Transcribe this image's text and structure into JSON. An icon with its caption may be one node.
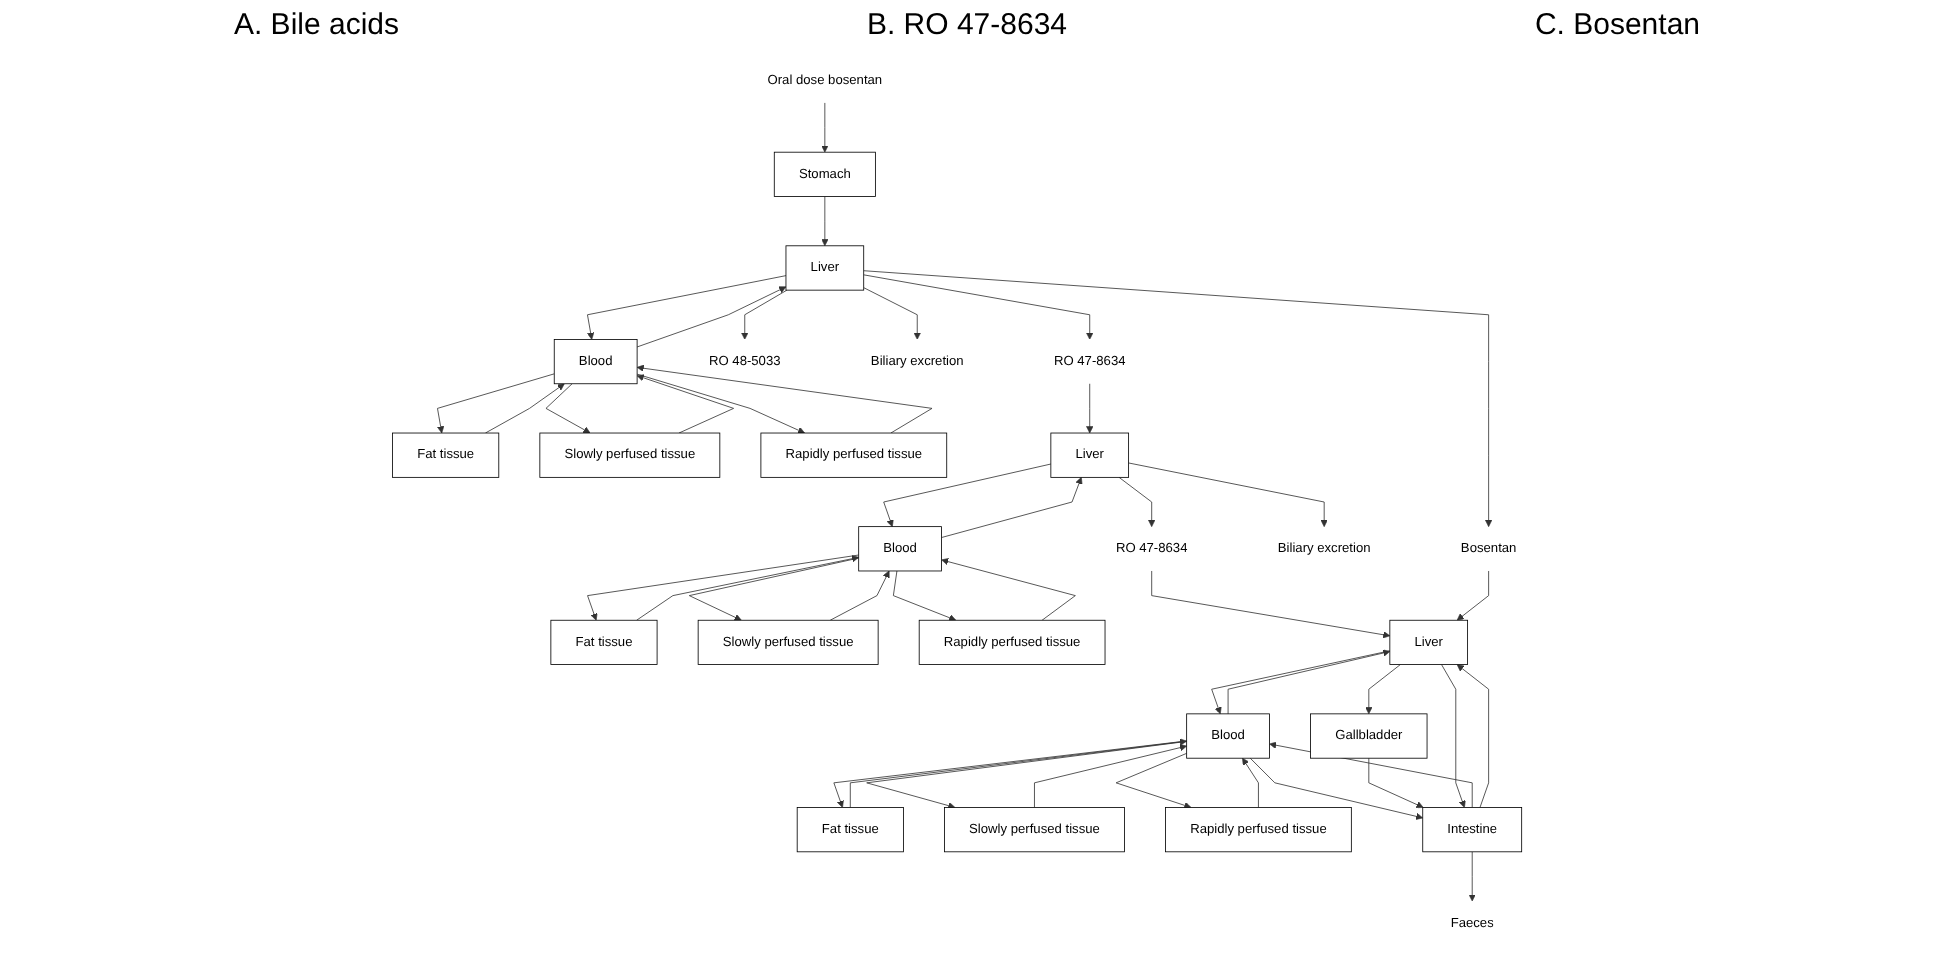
{
  "diagram": {
    "nodes": [
      {
        "text": [
          "Blood"
        ]
      },
      {
        "text": [
          "Rapidly perfused tissue"
        ]
      },
      {
        "text": [
          "Slowly perfused tissue"
        ]
      },
      {
        "text": [
          "Fat tissue"
        ]
      },
      {
        "text": [
          "Liver"
        ]
      },
      {
        "text": [
          "Gallbladder"
        ]
      },
      {
        "text": [
          "Intestine"
        ]
      },
      {
        "text": [
          "Faeces"
        ]
      },
      {
        "text": [
          "Blood"
        ]
      },
      {
        "text": [
          "Rapidly perfused tissue"
        ]
      },
      {
        "text": [
          "Slowly perfused tissue"
        ]
      },
      {
        "text": [
          "Fat tissue"
        ]
      },
      {
        "text": [
          "Liver"
        ]
      },
      {
        "text": [
          "RO 47-8634"
        ]
      },
      {
        "text": [
          "Biliary excretion"
        ]
      },
      {
        "text": [
          "RO 47-8634"
        ]
      },
      {
        "text": [
          "Blood"
        ]
      },
      {
        "text": [
          "Rapidly perfused tissue"
        ]
      },
      {
        "text": [
          "Slowly perfused tissue"
        ]
      },
      {
        "text": [
          "Fat tissue"
        ]
      },
      {
        "text": [
          "Liver"
        ]
      },
      {
        "text": [
          "Bosentan"
        ]
      },
      {
        "text": [
          "RO 48-5033"
        ]
      },
      {
        "text": [
          "Biliary excretion"
        ]
      },
      {
        "text": [
          "Stomach"
        ]
      },
      {
        "text": [
          "Oral dose bosentan"
        ]
      }
    ],
    "edges": [
      {
        "from": 0,
        "to": 1,
        "arrow": "to"
      },
      {
        "from": 0,
        "to": 2,
        "arrow": "to"
      },
      {
        "from": 0,
        "to": 3,
        "arrow": "to"
      },
      {
        "from": 0,
        "to": 4,
        "arrow": "to"
      },
      {
        "from": 0,
        "to": 6,
        "arrow": "to"
      },
      {
        "from": 1,
        "to": 0,
        "arrow": "to"
      },
      {
        "from": 2,
        "to": 0,
        "arrow": "to"
      },
      {
        "from": 3,
        "to": 0,
        "arrow": "to"
      },
      {
        "from": 4,
        "to": 0,
        "arrow": "to"
      },
      {
        "from": 6,
        "to": 0,
        "arrow": "to"
      },
      {
        "from": 4,
        "to": 5,
        "arrow": "to"
      },
      {
        "from": 5,
        "to": 6,
        "arrow": "to"
      },
      {
        "from": 6,
        "to": 4,
        "arrow": "to"
      },
      {
        "from": 4,
        "to": 6,
        "arrow": "to"
      },
      {
        "from": 6,
        "to": 7,
        "arrow": "to"
      },
      {
        "from": 13,
        "to": 4,
        "arrow": "to"
      },
      {
        "from": 21,
        "to": 4,
        "arrow": "to"
      },
      {
        "from": 8,
        "to": 9,
        "arrow": "to"
      },
      {
        "from": 8,
        "to": 10,
        "arrow": "to"
      },
      {
        "from": 8,
        "to": 11,
        "arrow": "to"
      },
      {
        "from": 8,
        "to": 12,
        "arrow": "to"
      },
      {
        "from": 9,
        "to": 8,
        "arrow": "to"
      },
      {
        "from": 10,
        "to": 8,
        "arrow": "to"
      },
      {
        "from": 11,
        "to": 8,
        "arrow": "to"
      },
      {
        "from": 12,
        "to": 8,
        "arrow": "to"
      },
      {
        "from": 12,
        "to": 13,
        "arrow": "to"
      },
      {
        "from": 12,
        "to": 14,
        "arrow": "to"
      },
      {
        "from": 15,
        "to": 12,
        "arrow": "to"
      },
      {
        "from": 16,
        "to": 17,
        "arrow": "to"
      },
      {
        "from": 16,
        "to": 18,
        "arrow": "to"
      },
      {
        "from": 16,
        "to": 19,
        "arrow": "to"
      },
      {
        "from": 16,
        "to": 20,
        "arrow": "to"
      },
      {
        "from": 17,
        "to": 16,
        "arrow": "to"
      },
      {
        "from": 18,
        "to": 16,
        "arrow": "to"
      },
      {
        "from": 19,
        "to": 16,
        "arrow": "to"
      },
      {
        "from": 20,
        "to": 16,
        "arrow": "to"
      },
      {
        "from": 20,
        "to": 15,
        "arrow": "to"
      },
      {
        "from": 20,
        "to": 21,
        "arrow": "to"
      },
      {
        "from": 20,
        "to": 22,
        "arrow": "to"
      },
      {
        "from": 20,
        "to": 23,
        "arrow": "to"
      },
      {
        "from": 24,
        "to": 20,
        "arrow": "to"
      },
      {
        "from": 25,
        "to": 24,
        "arrow": "to"
      }
    ],
    "labels": [
      "A. Bile acids",
      "B. RO 47-8634",
      "C. Bosentan"
    ]
  }
}
